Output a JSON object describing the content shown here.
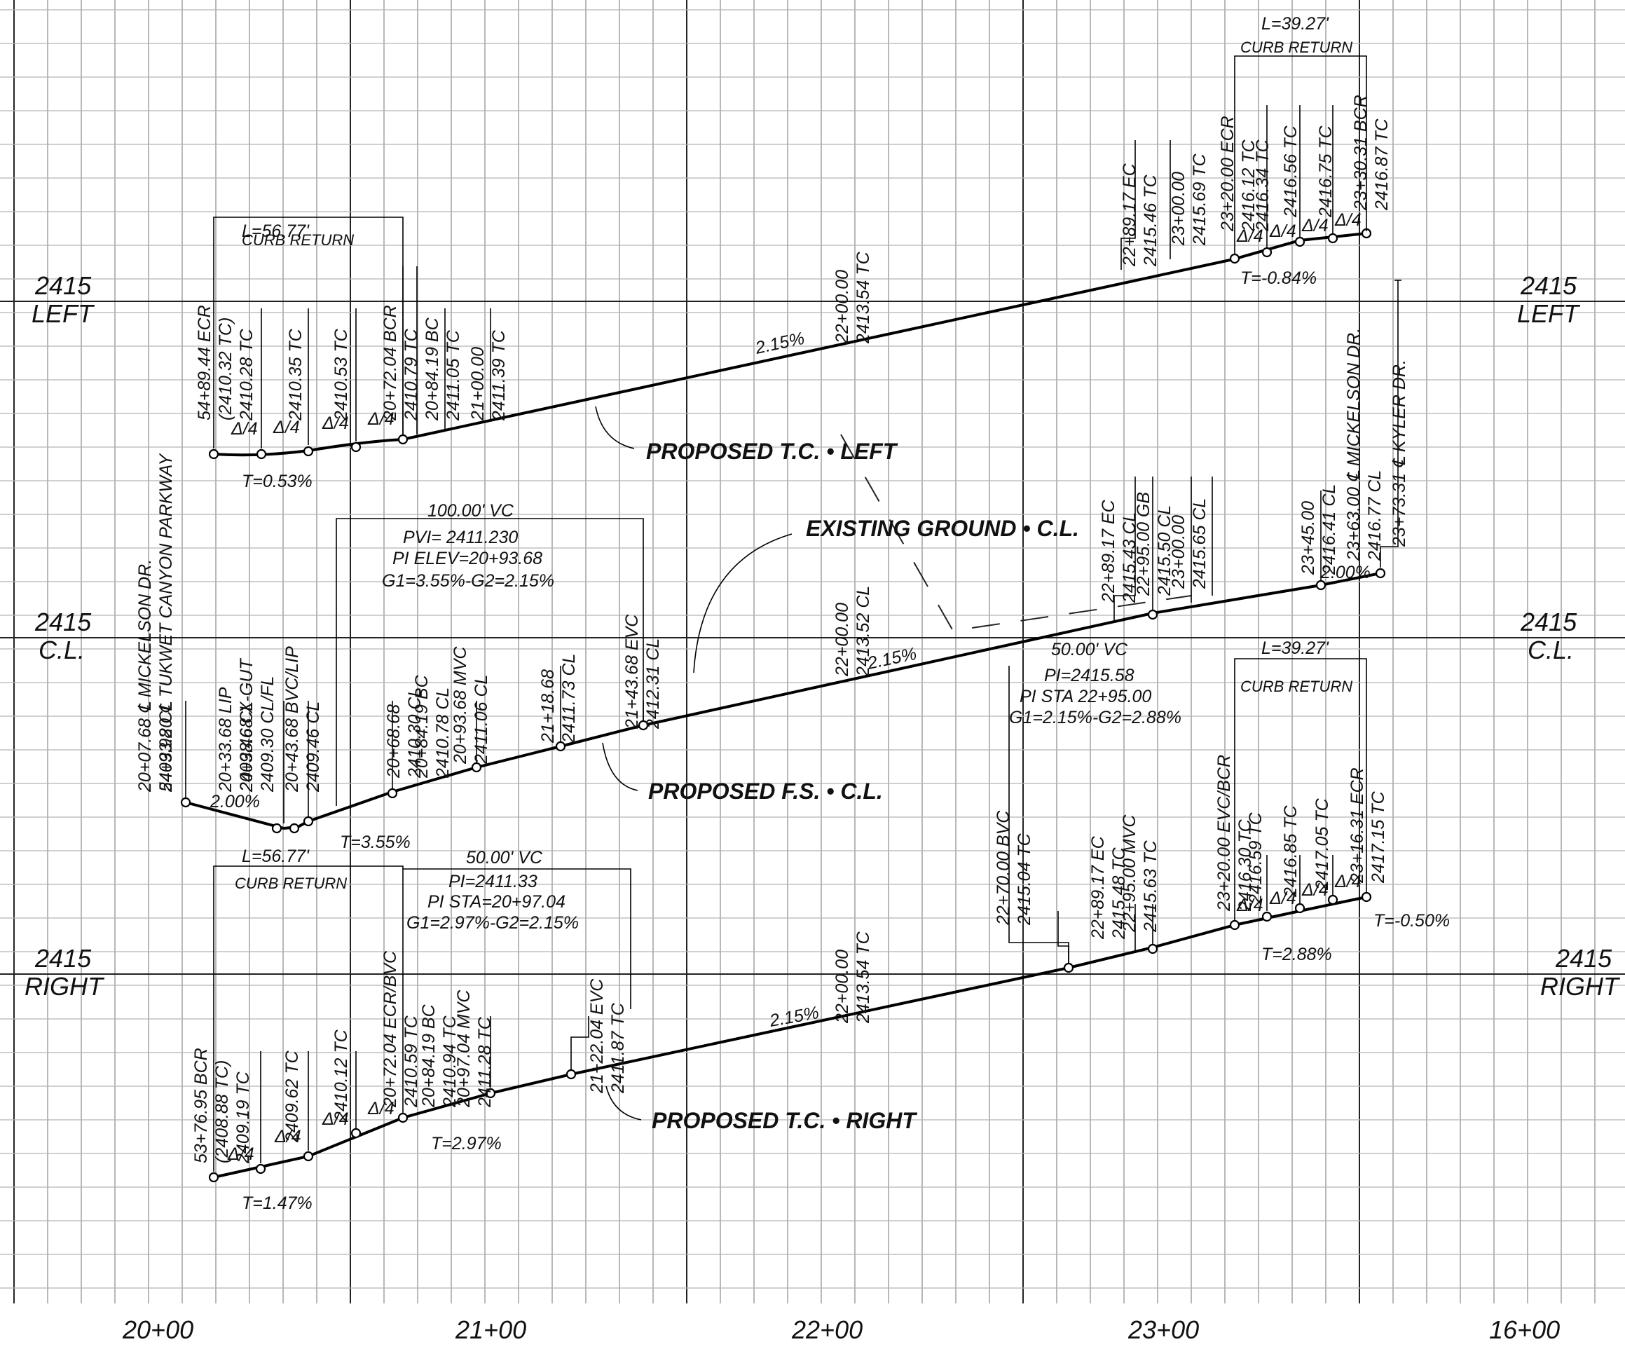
{
  "stations": [
    "20+00",
    "21+00",
    "22+00",
    "23+00",
    "16+00"
  ],
  "elevation_labels": [
    {
      "value": "2415",
      "name": "LEFT"
    },
    {
      "value": "2415",
      "name": "C.L."
    },
    {
      "value": "2415",
      "name": "RIGHT"
    }
  ],
  "callouts": {
    "tc_left": "PROPOSED  T.C. • LEFT",
    "fs_cl": "PROPOSED  F.S. • C.L.",
    "tc_right": "PROPOSED  T.C. • RIGHT",
    "existing": "EXISTING GROUND • C.L."
  },
  "grades": {
    "left_main": "2.15%",
    "cl_main": "2.15%",
    "right_main": "2.15%",
    "cl_start": "2.00%",
    "cl_end": "2.00%"
  },
  "tangents": {
    "left_start": "T=0.53%",
    "left_end": "T=-0.84%",
    "cl_start": "T=3.55%",
    "right_start": "T=1.47%",
    "right_mid": "T=2.97%",
    "right_end1": "T=2.88%",
    "right_end2": "T=-0.50%"
  },
  "curb_returns": {
    "left_start": {
      "length": "L=56.77'",
      "label": "CURB  RETURN"
    },
    "left_end": {
      "length": "L=39.27'",
      "label": "CURB  RETURN"
    },
    "right_start": {
      "length": "L=56.77'",
      "label": "CURB  RETURN"
    },
    "right_end": {
      "length": "L=39.27'",
      "label": "CURB  RETURN"
    }
  },
  "vertical_curves": {
    "cl": {
      "length": "100.00' VC",
      "lines": [
        "PVI= 2411.230",
        "PI  ELEV=20+93.68",
        "G1=3.55%-G2=2.15%"
      ]
    },
    "right1": {
      "length": "50.00' VC",
      "lines": [
        "PI=2411.33",
        "PI   STA=20+97.04",
        "G1=2.97%-G2=2.15%"
      ]
    },
    "right2": {
      "length": "50.00' VC",
      "lines": [
        "PI=2415.58",
        "PI  STA  22+95.00",
        "G1=2.15%-G2=2.88%"
      ]
    }
  },
  "delta_marks": [
    "Δ/4"
  ],
  "annotations_left": [
    [
      "54+89.44  ECR",
      "(2410.32  TC)"
    ],
    [
      "2410.28  TC"
    ],
    [
      "2410.35  TC"
    ],
    [
      "2410.53  TC"
    ],
    [
      "20+72.04  BCR",
      "2410.79  TC"
    ],
    [
      "20+84.19  BC",
      "2411.05  TC"
    ],
    [
      "21+00.00",
      "2411.39  TC"
    ],
    [
      "22+00.00",
      "2413.54  TC"
    ],
    [
      "22+89.17  EC",
      "2415.46  TC"
    ],
    [
      "23+00.00",
      "2415.69  TC"
    ],
    [
      "23+20.00  ECR",
      "2416.12  TC"
    ],
    [
      "2416.34  TC"
    ],
    [
      "2416.56  TC"
    ],
    [
      "2416.75  TC"
    ],
    [
      "23+30.31  BCR",
      "2416.87  TC"
    ]
  ],
  "annotations_cl": [
    [
      "20+07.68  ℄  MICKELSON  DR.",
      "2409.98  CL"
    ],
    [
      "54+33.20  ℄  TUKWET  CANYON  PARKWAY"
    ],
    [
      "20+33.68  LIP",
      "2409.46  CL"
    ],
    [
      "20+38.68  X-GUT",
      "2409.30  CL/FL"
    ],
    [
      "20+43.68  BVC/LIP",
      "2409.46  CL"
    ],
    [
      "20+68.68",
      "2410.30  CL"
    ],
    [
      "20+84.19  BC",
      "2410.78  CL"
    ],
    [
      "20+93.68  MVC",
      "2411.06  CL"
    ],
    [
      "21+18.68",
      "2411.73  CL"
    ],
    [
      "21+43.68  EVC",
      "2412.31  CL"
    ],
    [
      "22+00.00",
      "2413.52  CL"
    ],
    [
      "22+89.17  EC",
      "2415.43  CL"
    ],
    [
      "22+95.00  GB",
      "2415.50  CL"
    ],
    [
      "23+00.00",
      "2415.65  CL"
    ],
    [
      "23+45.00",
      "2416.41  CL"
    ],
    [
      "23+63.00  ℄  MICKELSON  DR.",
      "2416.77  CL"
    ],
    [
      "23+73.31  ℄  KYLER  DR."
    ]
  ],
  "annotations_right": [
    [
      "53+76.95  BCR",
      "(2408.88  TC)"
    ],
    [
      "2409.19  TC"
    ],
    [
      "2409.62  TC"
    ],
    [
      "2410.12  TC"
    ],
    [
      "20+72.04  ECR/BVC",
      "2410.59  TC"
    ],
    [
      "20+84.19  BC",
      "2410.94  TC"
    ],
    [
      "20+97.04  MVC",
      "2411.28  TC"
    ],
    [
      "21+22.04  EVC",
      "2411.87  TC"
    ],
    [
      "22+00.00",
      "2413.54  TC"
    ],
    [
      "22+70.00  BVC",
      "2415.04  TC"
    ],
    [
      "22+89.17  EC",
      "2415.48  TC"
    ],
    [
      "22+95.00  MVC",
      "2415.63  TC"
    ],
    [
      "23+20.00  EVC/BCR",
      "2416.30  TC"
    ],
    [
      "2416.59  TC"
    ],
    [
      "2416.85  TC"
    ],
    [
      "2417.05  TC"
    ],
    [
      "23+16.31  ECR",
      "2417.15  TC"
    ]
  ]
}
